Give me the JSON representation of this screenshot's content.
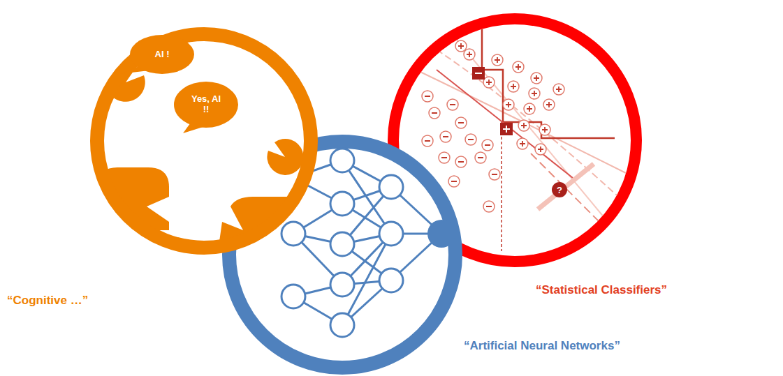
{
  "diagram": {
    "nodes": [
      {
        "text": [
          "“Cognitive …”"
        ]
      },
      {
        "text": [
          "AI !"
        ],
        "in": 0
      },
      {
        "text": [
          "Yes, AI !!"
        ],
        "in": 0
      },
      {
        "text": [
          "“Artificial Neural Networks”"
        ]
      },
      {
        "text": [
          "“Statistical Classifiers”"
        ]
      }
    ],
    "labels": [
      "?"
    ]
  }
}
